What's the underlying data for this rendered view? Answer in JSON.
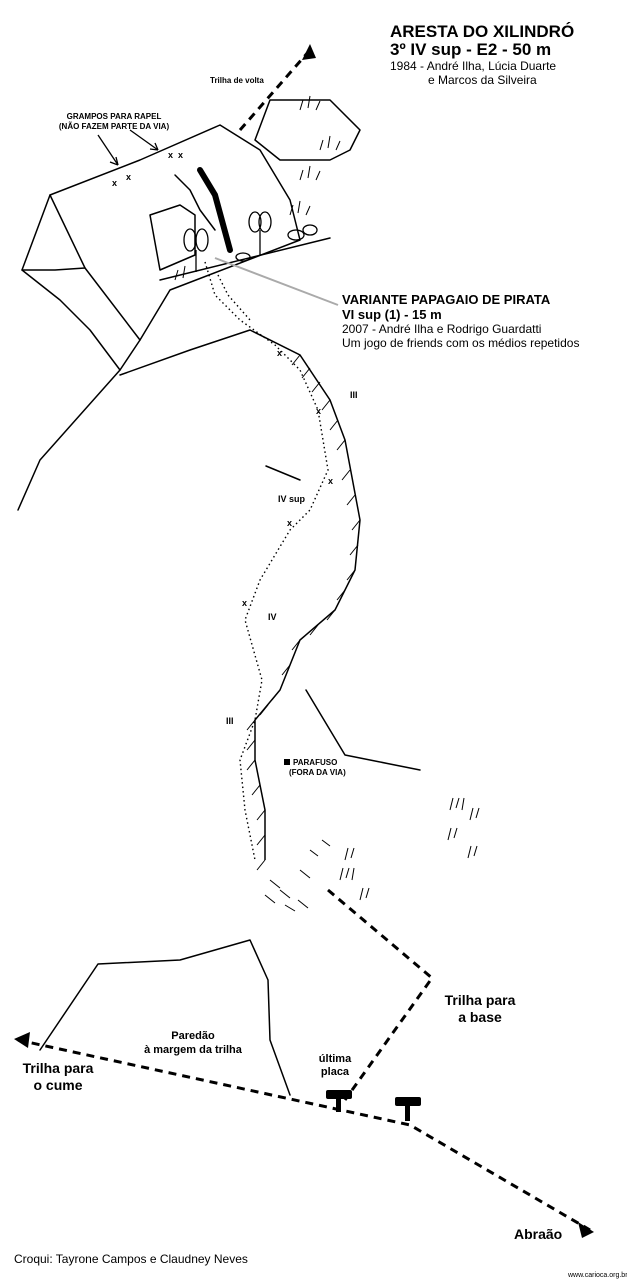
{
  "header": {
    "title": "ARESTA DO XILINDRÓ",
    "grade_line": "3º IV sup - E2 - 50 m",
    "first_ascent_line1": "1984 - André Ilha, Lúcia Duarte",
    "first_ascent_line2": "e Marcos da Silveira"
  },
  "variant": {
    "name": "VARIANTE PAPAGAIO DE PIRATA",
    "grade": "VI sup (1) - 15 m",
    "first_ascent": "2007 - André Ilha e Rodrigo Guardatti",
    "note": "Um jogo de friends com os médios repetidos"
  },
  "labels": {
    "trilha_volta": "Trilha de volta",
    "grampos_line1": "GRAMPOS PARA RAPEL",
    "grampos_line2": "(NÃO FAZEM PARTE DA VIA)",
    "grade_iii_top": "III",
    "grade_iv_sup": "IV sup",
    "grade_iv": "IV",
    "grade_iii_bottom": "III",
    "parafuso_line1": "PARAFUSO",
    "parafuso_line2": "(FORA DA VIA)",
    "trilha_base_line1": "Trilha para",
    "trilha_base_line2": "a base",
    "paredao_line1": "Paredão",
    "paredao_line2": "à margem da trilha",
    "ultima_line1": "última",
    "ultima_line2": "placa",
    "trilha_cume_line1": "Trilha para",
    "trilha_cume_line2": "o cume",
    "abraao": "Abraão",
    "bolt_mark": "x"
  },
  "footer": {
    "credit": "Croqui: Tayrone Campos e Claudney Neves",
    "site": "www.carioca.org.br"
  },
  "colors": {
    "ink": "#000000",
    "pointer": "#aaaaaa",
    "background": "#ffffff"
  }
}
